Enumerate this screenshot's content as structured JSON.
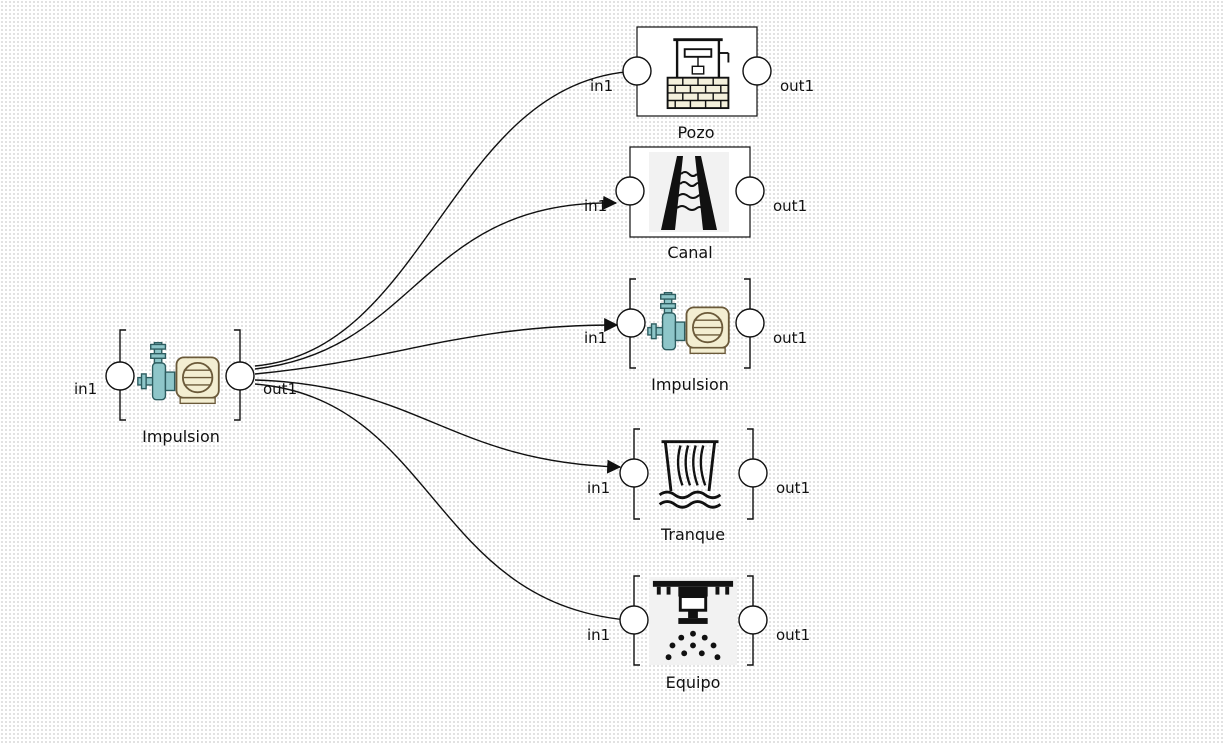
{
  "diagram": {
    "nodes": [
      {
        "id": "src",
        "label": "Impulsion",
        "in_label": "in1",
        "out_label": "out1",
        "icon": "pump-icon"
      },
      {
        "id": "pozo",
        "label": "Pozo",
        "in_label": "in1",
        "out_label": "out1",
        "icon": "well-icon"
      },
      {
        "id": "canal",
        "label": "Canal",
        "in_label": "in1",
        "out_label": "out1",
        "icon": "canal-icon"
      },
      {
        "id": "impulsion2",
        "label": "Impulsion",
        "in_label": "in1",
        "out_label": "out1",
        "icon": "pump-icon"
      },
      {
        "id": "tranque",
        "label": "Tranque",
        "in_label": "in1",
        "out_label": "out1",
        "icon": "dam-icon"
      },
      {
        "id": "equipo",
        "label": "Equipo",
        "in_label": "in1",
        "out_label": "out1",
        "icon": "sprinkler-icon"
      }
    ],
    "edges": [
      {
        "from": "src",
        "to": "pozo"
      },
      {
        "from": "src",
        "to": "canal"
      },
      {
        "from": "src",
        "to": "impulsion2"
      },
      {
        "from": "src",
        "to": "tranque"
      },
      {
        "from": "src",
        "to": "equipo"
      }
    ],
    "colors": {
      "pump_body": "#8ec6c9",
      "motor_body": "#f3eed2",
      "motor_outline": "#6b5a3a",
      "ink": "#111111",
      "well_brick": "#f4f0dc"
    }
  }
}
